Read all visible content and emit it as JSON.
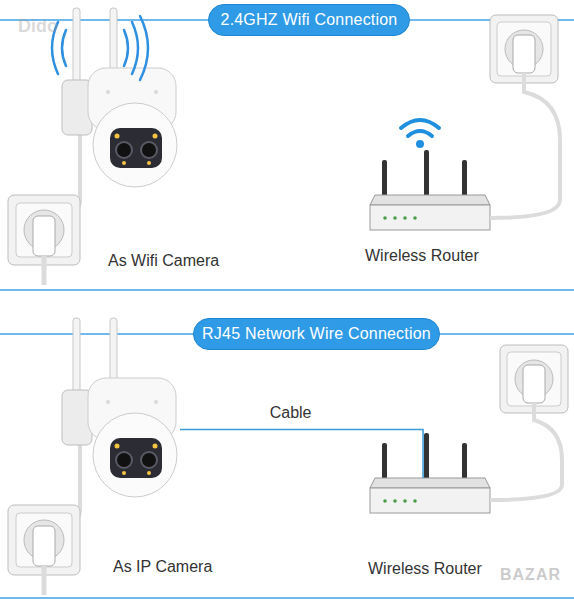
{
  "diagram": {
    "nodes": [
      {
        "text": [
          "2.4GHZ Wifi Connection"
        ]
      },
      {
        "text": [
          "As Wifi Camera"
        ]
      },
      {
        "text": [
          "Wireless Router"
        ]
      },
      {
        "text": [
          "RJ45 Network Wire Connection"
        ]
      },
      {
        "text": [
          "As IP Camera"
        ]
      },
      {
        "text": [
          "Wireless Router"
        ]
      }
    ],
    "edges": [
      {
        "from": 4,
        "to": 5,
        "label": "Cable",
        "arrow": "none"
      }
    ],
    "labels": [
      "Dido",
      "BAZAR"
    ]
  }
}
